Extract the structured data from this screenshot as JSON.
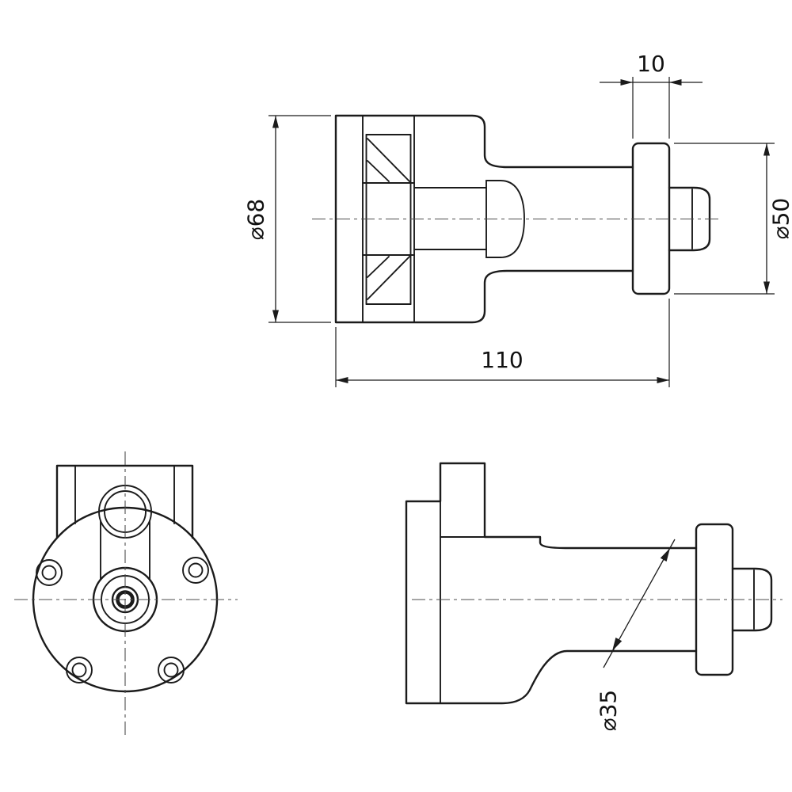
{
  "background": "#ffffff",
  "line_color": "#1b1b1b",
  "centerline_color": "#4d4d4d",
  "dimensions": {
    "body_diameter": "⌀68",
    "flange_thickness": "10",
    "flange_diameter": "⌀50",
    "overall_length": "110",
    "neck_diameter": "⌀35"
  }
}
